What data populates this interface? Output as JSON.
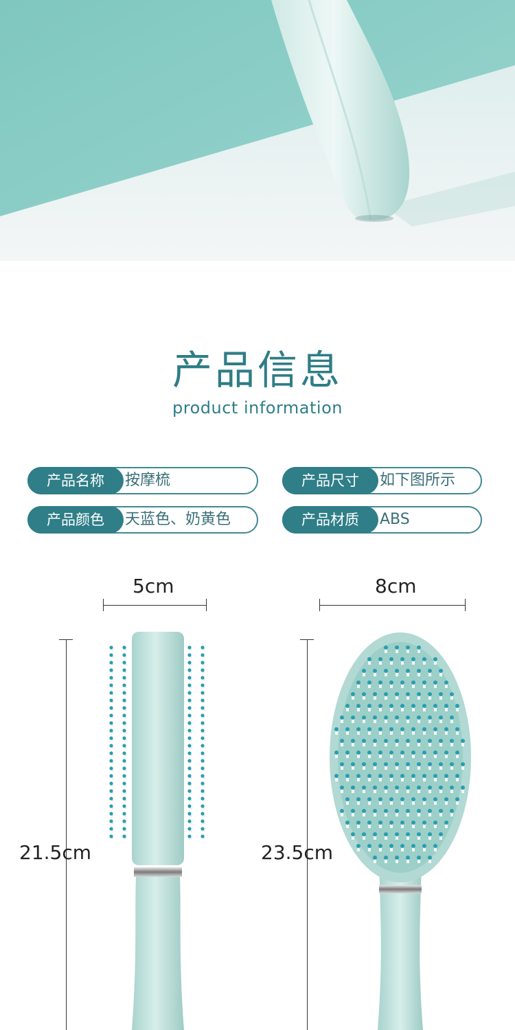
{
  "header": {
    "title_cn": "产品信息",
    "title_en": "product information"
  },
  "specs": [
    {
      "label": "产品名称",
      "value": "按摩梳"
    },
    {
      "label": "产品尺寸",
      "value": "如下图所示"
    },
    {
      "label": "产品颜色",
      "value": "天蓝色、奶黄色"
    },
    {
      "label": "产品材质",
      "value": "ABS"
    }
  ],
  "dimensions": {
    "round_brush": {
      "width": "5cm",
      "length": "21.5cm"
    },
    "paddle_brush": {
      "width": "8cm",
      "length": "23.5cm"
    }
  },
  "colors": {
    "accent": "#2f7e88",
    "brush_body": "#b8dcd6",
    "bristle_tip": "#2b9cb0",
    "backdrop": "#86cbc4"
  }
}
